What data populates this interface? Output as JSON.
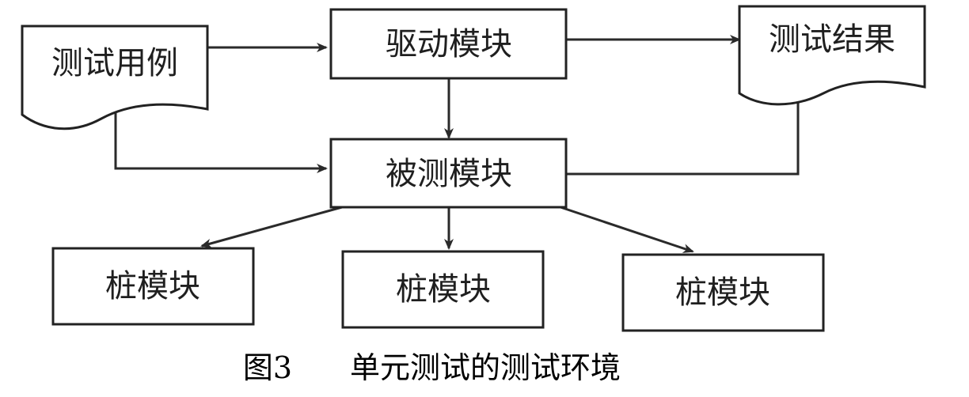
{
  "nodes": {
    "test_cases": "测试用例",
    "driver_module": "驱动模块",
    "test_results": "测试结果",
    "module_under_test": "被测模块",
    "stub_module_1": "桩模块",
    "stub_module_2": "桩模块",
    "stub_module_3": "桩模块"
  },
  "edges": [
    {
      "from": "test_cases",
      "to": "driver_module"
    },
    {
      "from": "driver_module",
      "to": "test_results"
    },
    {
      "from": "driver_module",
      "to": "module_under_test"
    },
    {
      "from": "test_cases",
      "to": "module_under_test"
    },
    {
      "from": "module_under_test",
      "to": "test_results"
    },
    {
      "from": "module_under_test",
      "to": "stub_module_1"
    },
    {
      "from": "module_under_test",
      "to": "stub_module_2"
    },
    {
      "from": "module_under_test",
      "to": "stub_module_3"
    }
  ],
  "caption": {
    "figure_number": "图3",
    "title": "单元测试的测试环境"
  }
}
